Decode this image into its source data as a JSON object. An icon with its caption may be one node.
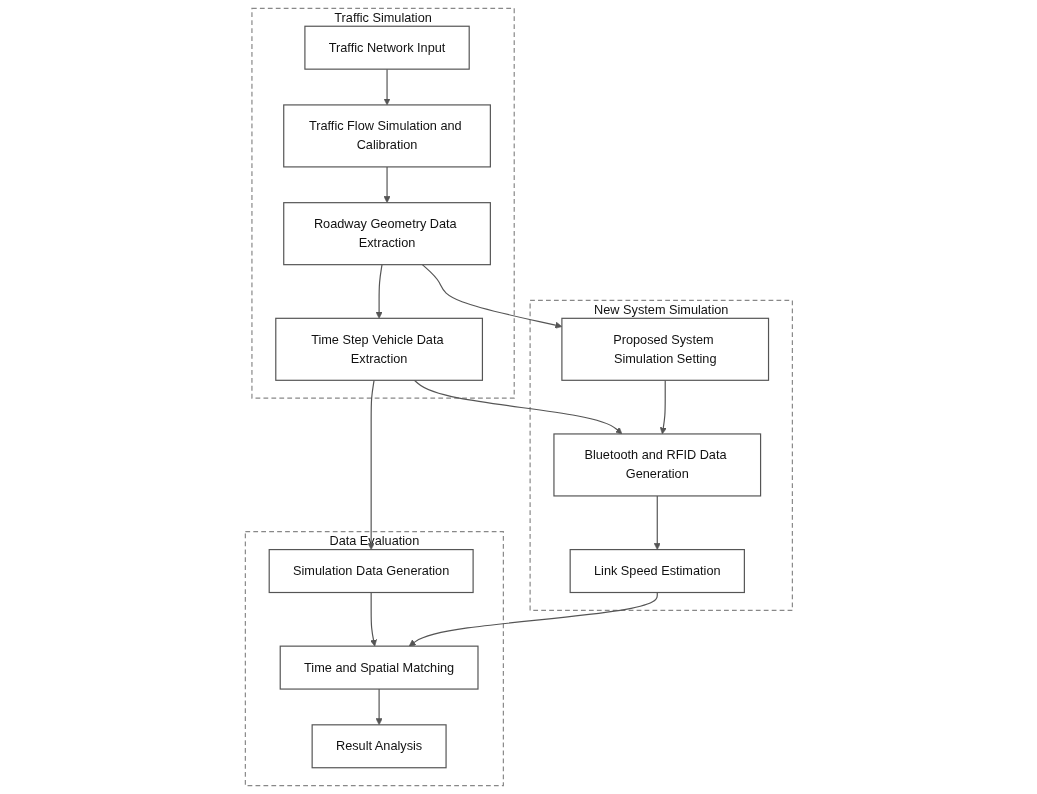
{
  "diagram": {
    "nodes": [
      {
        "text": [
          "New System Simulation"
        ]
      },
      {
        "text": [
          "Proposed System Simulation Setting"
        ],
        "in": 0
      },
      {
        "text": [
          "Bluetooth and RFID Data Generation"
        ],
        "in": 0
      },
      {
        "text": [
          "Link Speed Estimation"
        ],
        "in": 0
      },
      {
        "text": [
          "Traffic Simulation"
        ]
      },
      {
        "text": [
          "Traffic Network Input"
        ],
        "in": 4
      },
      {
        "text": [
          "Traffic Flow Simulation and Calibration"
        ],
        "in": 4
      },
      {
        "text": [
          "Roadway Geometry Data Extraction"
        ],
        "in": 4
      },
      {
        "text": [
          "Time Step Vehicle Data Extraction"
        ],
        "in": 4
      },
      {
        "text": [
          "Data Evaluation"
        ]
      },
      {
        "text": [
          "Simulation Data Generation"
        ],
        "in": 9
      },
      {
        "text": [
          "Time and Spatial Matching"
        ],
        "in": 9
      },
      {
        "text": [
          "Result Analysis"
        ],
        "in": 9
      }
    ],
    "edges": [
      {
        "from": 5,
        "to": 6,
        "arrow": "to"
      },
      {
        "from": 6,
        "to": 7,
        "arrow": "to"
      },
      {
        "from": 7,
        "to": 1,
        "arrow": "to"
      },
      {
        "from": 7,
        "to": 8,
        "arrow": "to"
      },
      {
        "from": 8,
        "to": 2,
        "arrow": "to"
      },
      {
        "from": 8,
        "to": 10,
        "arrow": "to"
      },
      {
        "from": 1,
        "to": 2,
        "arrow": "to"
      },
      {
        "from": 2,
        "to": 3,
        "arrow": "to"
      },
      {
        "from": 3,
        "to": 11,
        "arrow": "to"
      },
      {
        "from": 10,
        "to": 11,
        "arrow": "to"
      },
      {
        "from": 11,
        "to": 12,
        "arrow": "to"
      }
    ]
  }
}
